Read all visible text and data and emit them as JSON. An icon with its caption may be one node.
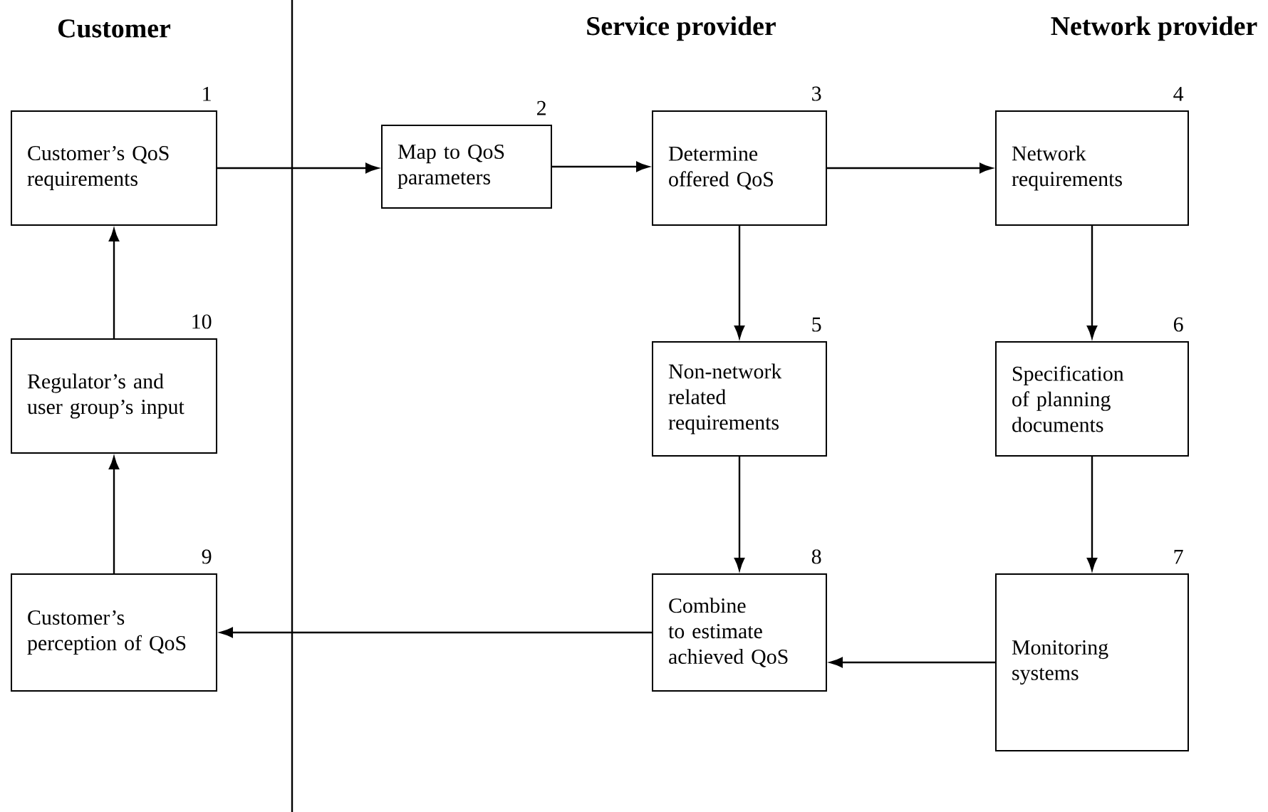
{
  "diagram": {
    "nodes": [
      {
        "text": [
          "Customer’s QoS requirements"
        ],
        "beside": [
          "1"
        ]
      },
      {
        "text": [
          "Map to QoS parameters"
        ],
        "beside": [
          "2"
        ]
      },
      {
        "text": [
          "Determine offered QoS"
        ],
        "beside": [
          "3"
        ]
      },
      {
        "text": [
          "Network requirements"
        ],
        "beside": [
          "4"
        ]
      },
      {
        "text": [
          "Non-network related requirements"
        ],
        "beside": [
          "5"
        ]
      },
      {
        "text": [
          "Specification of planning documents"
        ],
        "beside": [
          "6"
        ]
      },
      {
        "text": [
          "Monitoring systems"
        ],
        "beside": [
          "7"
        ]
      },
      {
        "text": [
          "Combine to estimate achieved QoS"
        ],
        "beside": [
          "8"
        ]
      },
      {
        "text": [
          "Customer’s perception of QoS"
        ],
        "beside": [
          "9"
        ]
      },
      {
        "text": [
          "Regulator’s and user group’s input"
        ],
        "beside": [
          "10"
        ]
      }
    ],
    "edges": [
      {
        "from": 0,
        "to": 1,
        "arrow": "to"
      },
      {
        "from": 1,
        "to": 2,
        "arrow": "to"
      },
      {
        "from": 2,
        "to": 3,
        "arrow": "to"
      },
      {
        "from": 2,
        "to": 4,
        "arrow": "to"
      },
      {
        "from": 3,
        "to": 5,
        "arrow": "to"
      },
      {
        "from": 5,
        "to": 6,
        "arrow": "to"
      },
      {
        "from": 4,
        "to": 7,
        "arrow": "to"
      },
      {
        "from": 6,
        "to": 7,
        "arrow": "to"
      },
      {
        "from": 7,
        "to": 8,
        "arrow": "to"
      },
      {
        "from": 8,
        "to": 9,
        "arrow": "to"
      },
      {
        "from": 9,
        "to": 0,
        "arrow": "to"
      }
    ],
    "labels": [
      "Customer",
      "Service provider",
      "Network provider"
    ]
  }
}
